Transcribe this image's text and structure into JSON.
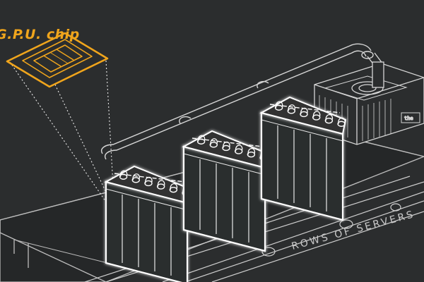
{
  "labels": {
    "chip": "G.P.U. chip",
    "rows": "ROWS OF SERVERS",
    "unit_tag": "the"
  },
  "colors": {
    "background": "#2b2d2e",
    "accent": "#f0a51c",
    "line": "#d6d6d6",
    "glow": "#ffffff"
  },
  "icons": [
    "gpu-chip-icon",
    "server-rack-icon",
    "cooling-unit-icon",
    "coolant-pipe-icon"
  ]
}
